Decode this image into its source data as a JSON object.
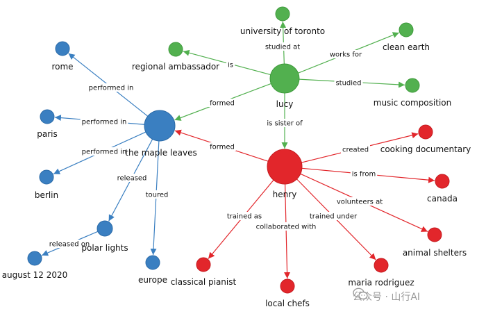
{
  "colors": {
    "blue": "#3a7fc1",
    "blue_stroke": "#2a6aa8",
    "green": "#52b04f",
    "green_stroke": "#3e9a3b",
    "red": "#e2262b",
    "red_stroke": "#c41a1f"
  },
  "nodes": [
    {
      "id": "lucy",
      "label": "lucy",
      "group": "green"
    },
    {
      "id": "henry",
      "label": "henry",
      "group": "red"
    },
    {
      "id": "maple",
      "label": "the maple leaves",
      "group": "blue"
    },
    {
      "id": "toronto",
      "label": "university of toronto",
      "group": "green"
    },
    {
      "id": "cleanearth",
      "label": "clean earth",
      "group": "green"
    },
    {
      "id": "ambassador",
      "label": "regional ambassador",
      "group": "green"
    },
    {
      "id": "musiccomp",
      "label": "music composition",
      "group": "green"
    },
    {
      "id": "rome",
      "label": "rome",
      "group": "blue"
    },
    {
      "id": "paris",
      "label": "paris",
      "group": "blue"
    },
    {
      "id": "berlin",
      "label": "berlin",
      "group": "blue"
    },
    {
      "id": "polarlights",
      "label": "polar lights",
      "group": "blue"
    },
    {
      "id": "aug2020",
      "label": "august 12 2020",
      "group": "blue"
    },
    {
      "id": "europe",
      "label": "europe",
      "group": "blue"
    },
    {
      "id": "cookingdoc",
      "label": "cooking documentary",
      "group": "red"
    },
    {
      "id": "canada",
      "label": "canada",
      "group": "red"
    },
    {
      "id": "shelters",
      "label": "animal shelters",
      "group": "red"
    },
    {
      "id": "maria",
      "label": "maria rodriguez",
      "group": "red"
    },
    {
      "id": "chefs",
      "label": "local chefs",
      "group": "red"
    },
    {
      "id": "pianist",
      "label": "classical pianist",
      "group": "red"
    }
  ],
  "edges": [
    {
      "from": "lucy",
      "to": "toronto",
      "label": "studied at",
      "group": "green"
    },
    {
      "from": "lucy",
      "to": "cleanearth",
      "label": "works for",
      "group": "green"
    },
    {
      "from": "lucy",
      "to": "ambassador",
      "label": "is",
      "group": "green"
    },
    {
      "from": "lucy",
      "to": "musiccomp",
      "label": "studied",
      "group": "green"
    },
    {
      "from": "lucy",
      "to": "maple",
      "label": "formed",
      "group": "green"
    },
    {
      "from": "lucy",
      "to": "henry",
      "label": "is sister of",
      "group": "green"
    },
    {
      "from": "henry",
      "to": "maple",
      "label": "formed",
      "group": "red"
    },
    {
      "from": "henry",
      "to": "cookingdoc",
      "label": "created",
      "group": "red"
    },
    {
      "from": "henry",
      "to": "canada",
      "label": "is from",
      "group": "red"
    },
    {
      "from": "henry",
      "to": "shelters",
      "label": "volunteers at",
      "group": "red"
    },
    {
      "from": "henry",
      "to": "maria",
      "label": "trained under",
      "group": "red"
    },
    {
      "from": "henry",
      "to": "chefs",
      "label": "collaborated with",
      "group": "red"
    },
    {
      "from": "henry",
      "to": "pianist",
      "label": "trained as",
      "group": "red"
    },
    {
      "from": "maple",
      "to": "rome",
      "label": "performed in",
      "group": "blue"
    },
    {
      "from": "maple",
      "to": "paris",
      "label": "performed in",
      "group": "blue"
    },
    {
      "from": "maple",
      "to": "berlin",
      "label": "performed in",
      "group": "blue"
    },
    {
      "from": "maple",
      "to": "polarlights",
      "label": "released",
      "group": "blue"
    },
    {
      "from": "maple",
      "to": "europe",
      "label": "toured",
      "group": "blue"
    },
    {
      "from": "polarlights",
      "to": "aug2020",
      "label": "released on",
      "group": "blue"
    }
  ],
  "watermark": {
    "text": "公众号 · 山行AI",
    "icon": "wechat-icon"
  }
}
